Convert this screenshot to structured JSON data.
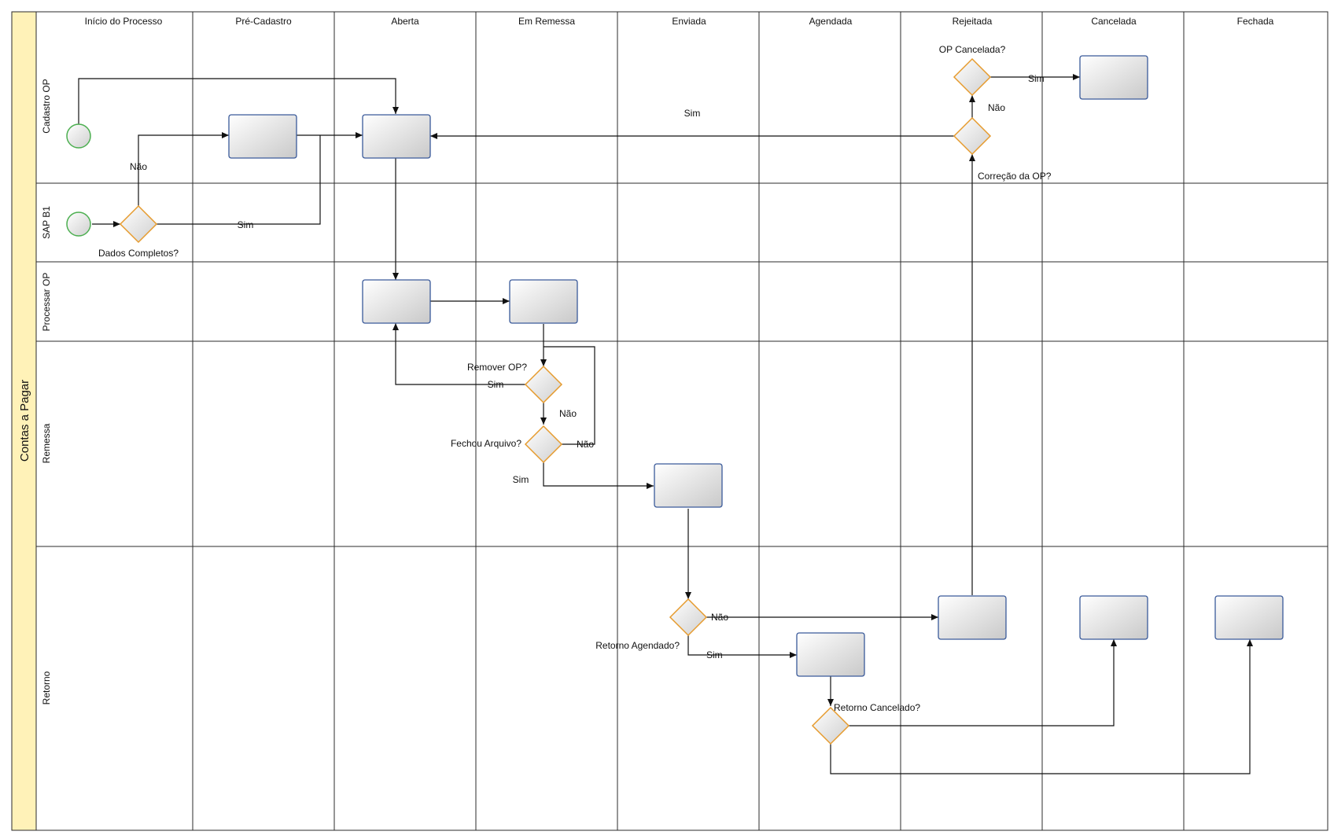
{
  "pool": {
    "label": "Contas a Pagar"
  },
  "columns": [
    "Início do Processo",
    "Pré-Cadastro",
    "Aberta",
    "Em Remessa",
    "Enviada",
    "Agendada",
    "Rejeitada",
    "Cancelada",
    "Fechada"
  ],
  "lanes": [
    "Cadastro OP",
    "SAP B1",
    "Processar OP",
    "Remessa",
    "Retorno"
  ],
  "gateways": {
    "dados_completos": "Dados Completos?",
    "op_cancelada": "OP Cancelada?",
    "correcao_op": "Correção da OP?",
    "remover_op": "Remover OP?",
    "fechou_arquivo": "Fechou Arquivo?",
    "retorno_agendado": "Retorno Agendado?",
    "retorno_cancelado": "Retorno Cancelado?"
  },
  "edge_labels": {
    "nao_dados": "Não",
    "sim_dados": "Sim",
    "sim_correcao": "Sim",
    "nao_correcao": "Não",
    "sim_cancelada": "Sim",
    "sim_remover": "Sim",
    "nao_remover": "Não",
    "nao_fechou": "Não",
    "sim_fechou": "Sim",
    "nao_agendado": "Não",
    "sim_agendado": "Sim"
  },
  "colors": {
    "pool_header": "#fff2b8",
    "task_border": "#3a5a9a",
    "gateway_border": "#e69b2e",
    "start_border": "#4caf50"
  }
}
